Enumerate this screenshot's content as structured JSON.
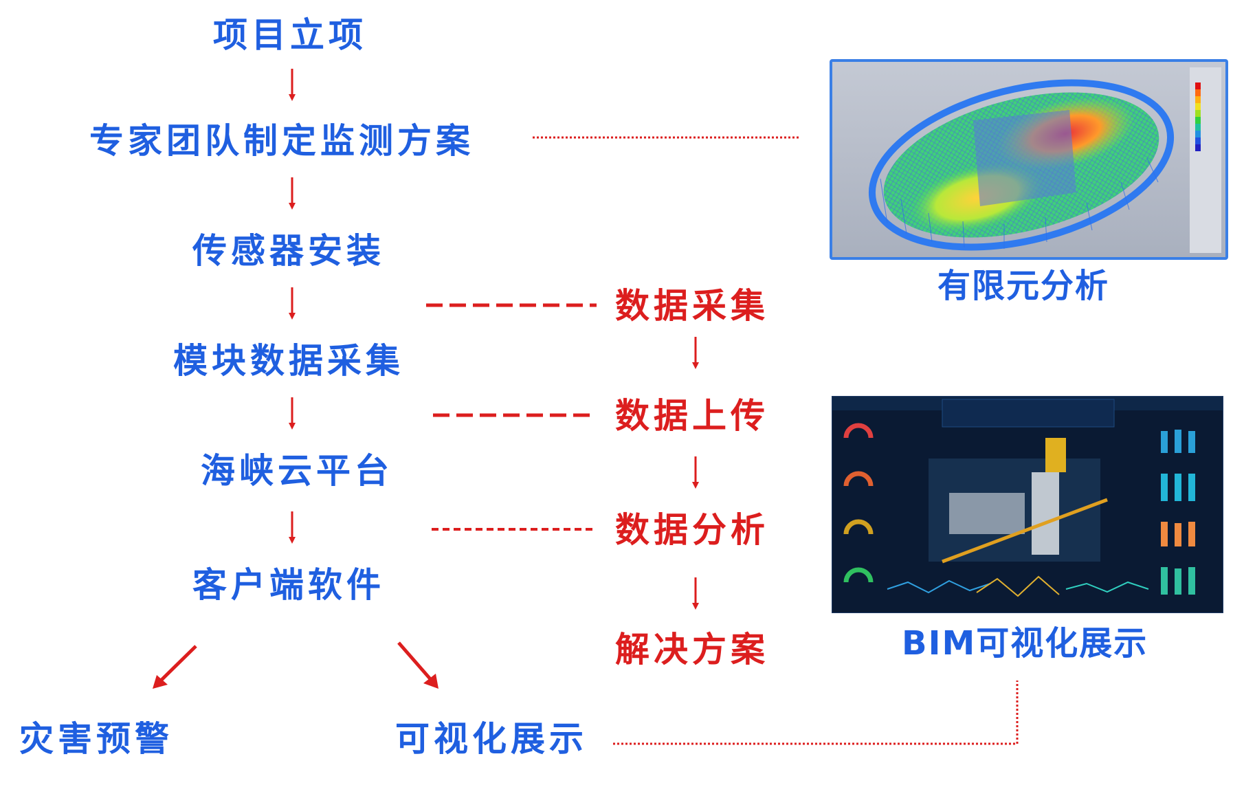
{
  "main_flow": [
    "项目立项",
    "专家团队制定监测方案",
    "传感器安装",
    "模块数据采集",
    "海峡云平台",
    "客户端软件"
  ],
  "branches": {
    "left": "灾害预警",
    "right": "可视化展示"
  },
  "data_flow": [
    "数据采集",
    "数据上传",
    "数据分析",
    "解决方案"
  ],
  "images": {
    "fea_caption": "有限元分析",
    "bim_caption": "BIM可视化展示"
  },
  "colors": {
    "node_text": "#1f5fe0",
    "arrows": "#dc1e1e",
    "data_text": "#dc1e1e",
    "image_border": "#3a7fe6"
  }
}
